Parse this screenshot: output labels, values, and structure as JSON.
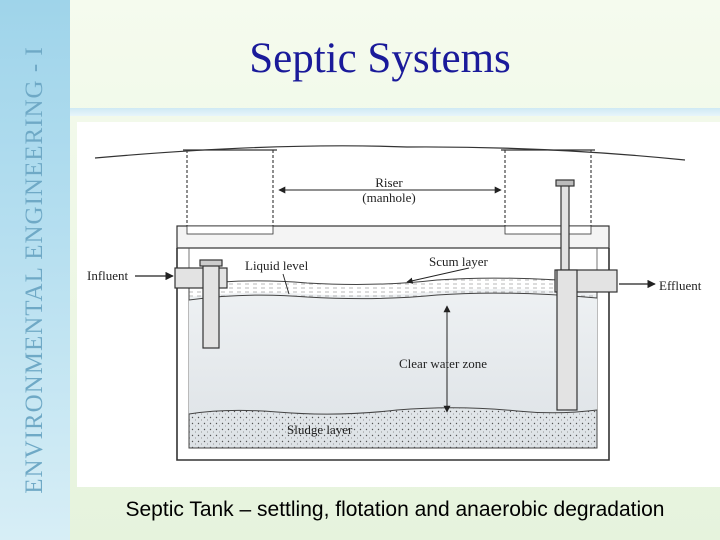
{
  "sidebar": {
    "label": "ENVIRONMENTAL ENGINEERING - I"
  },
  "slide": {
    "title": "Septic Systems",
    "caption": "Septic Tank – settling, flotation and anaerobic degradation"
  },
  "diagram": {
    "labels": {
      "riser_line1": "Riser",
      "riser_line2": "(manhole)",
      "influent": "Influent",
      "effluent": "Effluent",
      "liquid_level": "Liquid level",
      "scum_layer": "Scum layer",
      "clear_water_zone": "Clear water zone",
      "sludge_layer": "Sludge layer"
    }
  }
}
